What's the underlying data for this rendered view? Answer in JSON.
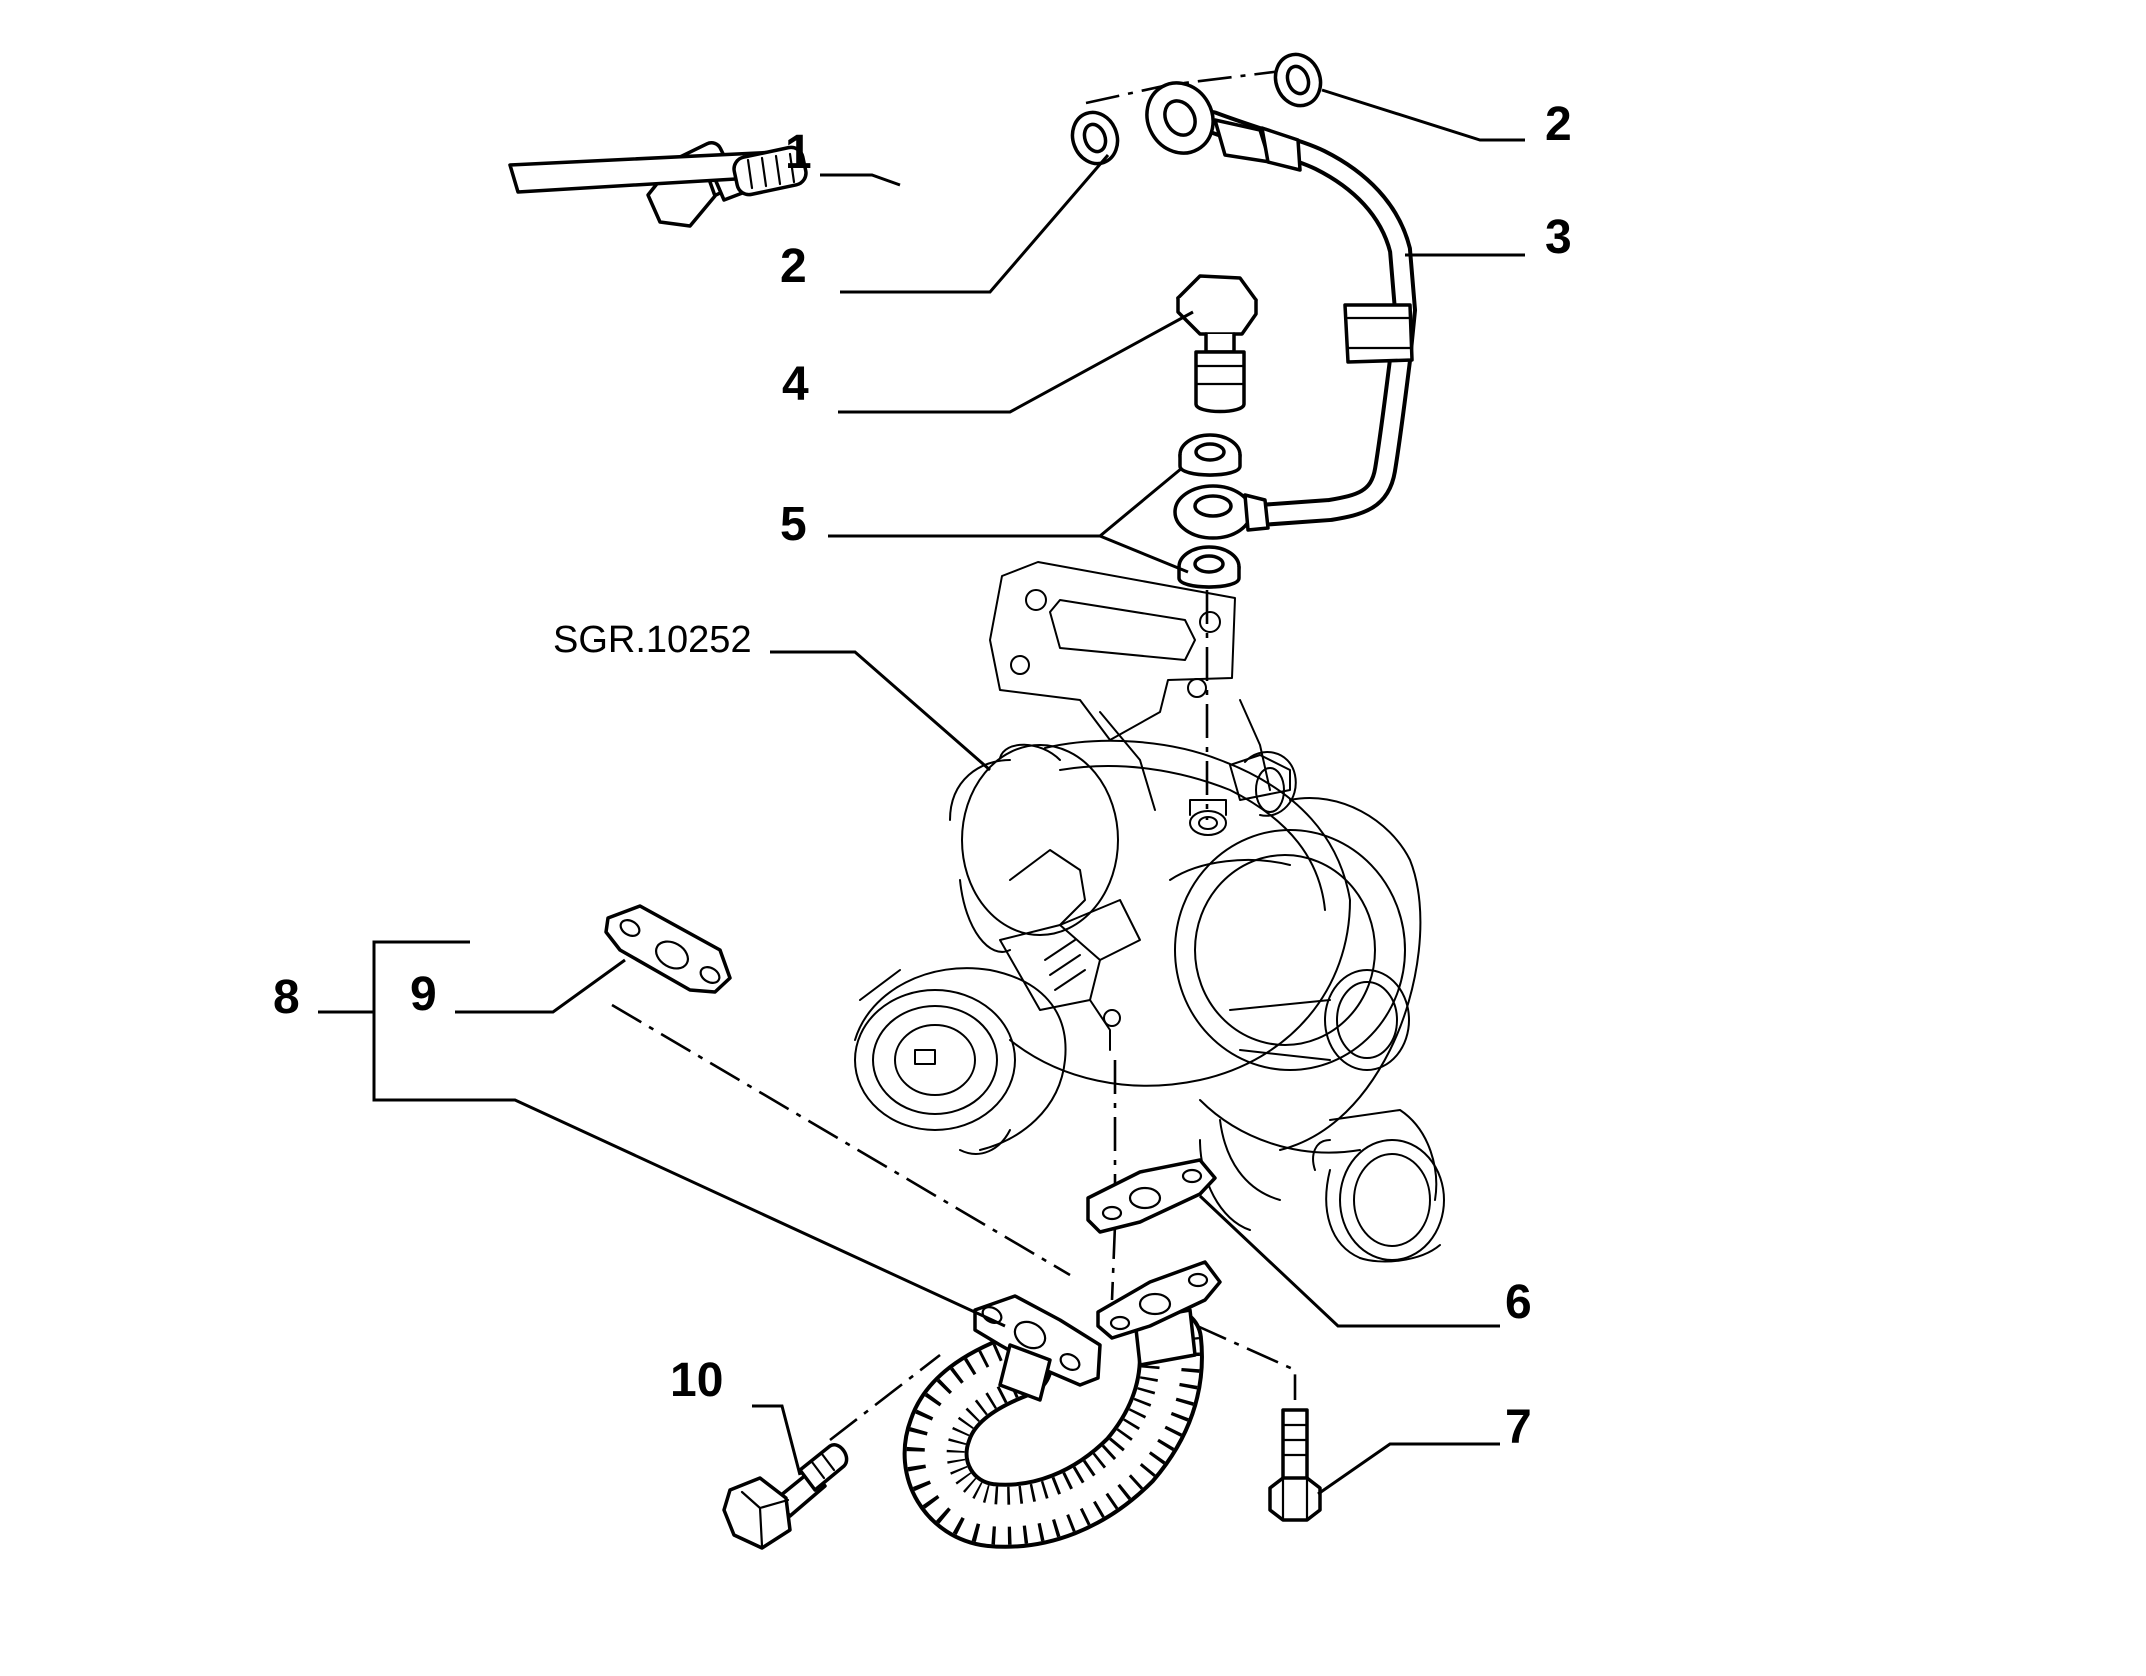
{
  "drawing_ref": "SGR.10252",
  "callouts": {
    "c1": "1",
    "c2a": "2",
    "c2b": "2",
    "c3": "3",
    "c4": "4",
    "c5": "5",
    "c6": "6",
    "c7": "7",
    "c8": "8",
    "c9": "9",
    "c10": "10"
  },
  "colors": {
    "line": "#000000",
    "background": "#ffffff"
  }
}
